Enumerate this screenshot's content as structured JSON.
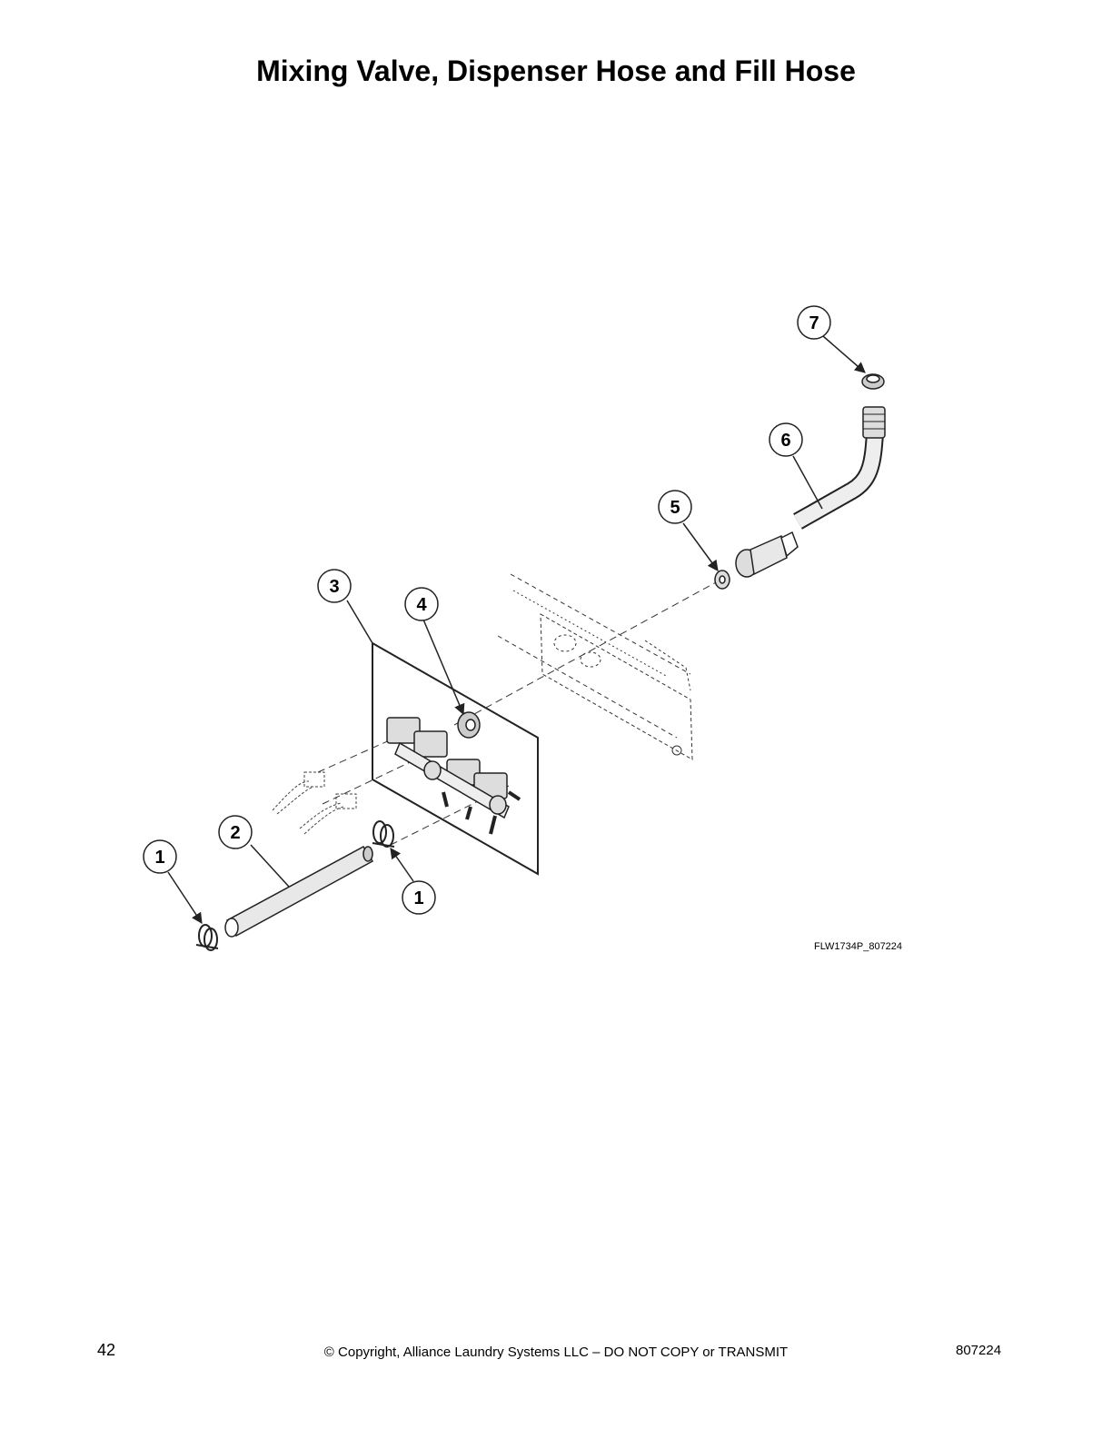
{
  "page": {
    "title": "Mixing Valve, Dispenser Hose and Fill Hose",
    "figure_code": "FLW1734P_807224",
    "page_number": "42",
    "copyright": "© Copyright, Alliance Laundry Systems LLC – DO NOT COPY or TRANSMIT",
    "doc_number": "807224"
  },
  "callouts": [
    {
      "label": "1"
    },
    {
      "label": "2"
    },
    {
      "label": "1"
    },
    {
      "label": "3"
    },
    {
      "label": "4"
    },
    {
      "label": "5"
    },
    {
      "label": "6"
    },
    {
      "label": "7"
    }
  ]
}
